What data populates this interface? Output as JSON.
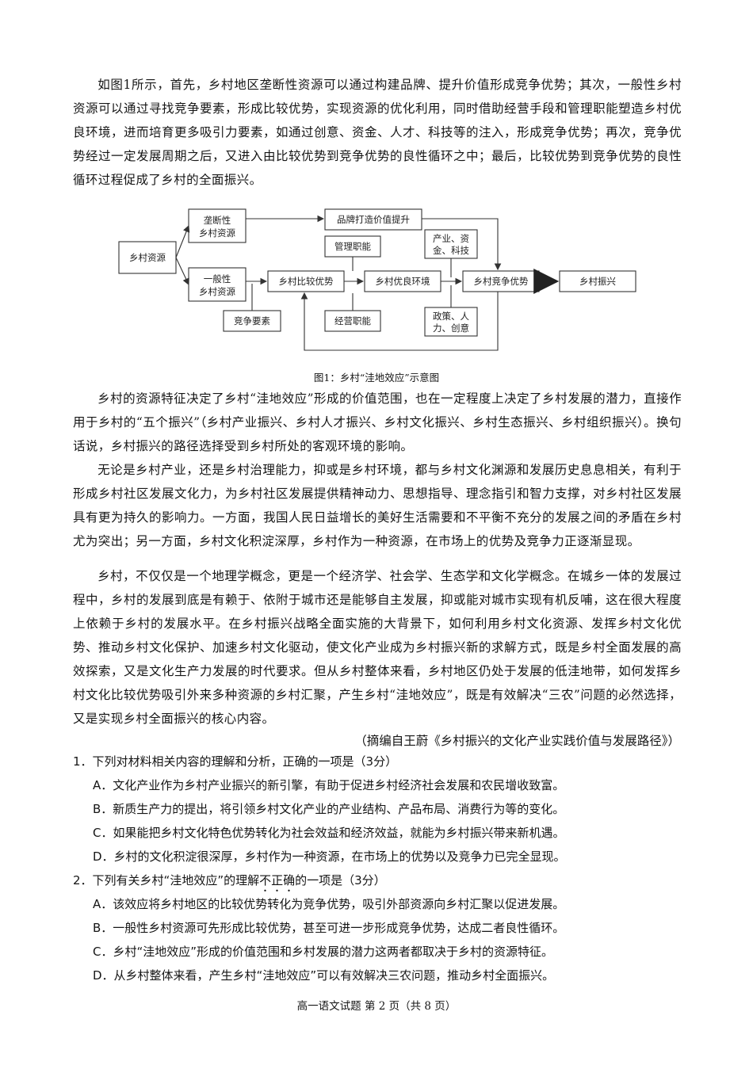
{
  "intro_paragraph": "如图1所示，首先，乡村地区垄断性资源可以通过构建品牌、提升价值形成竞争优势；其次，一般性乡村资源可以通过寻找竞争要素，形成比较优势，实现资源的优化利用，同时借助经营手段和管理职能塑造乡村优良环境，进而培育更多吸引力要素，如通过创意、资金、人才、科技等的注入，形成竞争优势；再次，竞争优势经过一定发展周期之后，又进入由比较优势到竞争优势的良性循环之中；最后，比较优势到竞争优势的良性循环过程促成了乡村的全面振兴。",
  "diagram": {
    "nodes": {
      "rural_resources": "乡村资源",
      "monopoly_line1": "垄断性",
      "monopoly_line2": "乡村资源",
      "general_line1": "一般性",
      "general_line2": "乡村资源",
      "brand": "品牌打造价值提升",
      "management": "管理职能",
      "industry_line1": "产业、资",
      "industry_line2": "金、科技",
      "comparative": "乡村比较优势",
      "environment": "乡村优良环境",
      "competitive": "乡村竞争优势",
      "revitalization": "乡村振兴",
      "competition_factors": "竞争要素",
      "operation": "经营职能",
      "policy_line1": "政策、人",
      "policy_line2": "力、创意"
    },
    "caption": "图1：乡村“洼地效应”示意图"
  },
  "paragraphs": [
    "乡村的资源特征决定了乡村“洼地效应”形成的价值范围，也在一定程度上决定了乡村发展的潜力，直接作用于乡村的“五个振兴”（乡村产业振兴、乡村人才振兴、乡村文化振兴、乡村生态振兴、乡村组织振兴）。换句话说，乡村振兴的路径选择受到乡村所处的客观环境的影响。",
    "无论是乡村产业，还是乡村治理能力，抑或是乡村环境，都与乡村文化渊源和发展历史息息相关，有利于形成乡村社区发展文化力，为乡村社区发展提供精神动力、思想指导、理念指引和智力支撑，对乡村社区发展具有更为持久的影响力。一方面，我国人民日益增长的美好生活需要和不平衡不充分的发展之间的矛盾在乡村尤为突出；另一方面，乡村文化积淀深厚，乡村作为一种资源，在市场上的优势及竞争力正逐渐显现。",
    "乡村，不仅仅是一个地理学概念，更是一个经济学、社会学、生态学和文化学概念。在城乡一体的发展过程中，乡村的发展到底是有赖于、依附于城市还是能够自主发展，抑或能对城市实现有机反哺，这在很大程度上依赖于乡村的发展水平。在乡村振兴战略全面实施的大背景下，如何利用乡村文化资源、发挥乡村文化优势、推动乡村文化保护、加速乡村文化驱动，使文化产业成为乡村振兴新的求解方式，既是乡村全面发展的高效探索，又是文化生产力发展的时代要求。但从乡村整体来看，乡村地区仍处于发展的低洼地带，如何发挥乡村文化比较优势吸引外来多种资源的乡村汇聚，产生乡村“洼地效应”，既是有效解决“三农”问题的必然选择，又是实现乡村全面振兴的核心内容。"
  ],
  "source": "（摘编自王蔚《乡村振兴的文化产业实践价值与发展路径》）",
  "questions": [
    {
      "stem": "1．下列对材料相关内容的理解和分析，正确的一项是（3分）",
      "options": [
        "A．文化产业作为乡村产业振兴的新引擎，有助于促进乡村经济社会发展和农民增收致富。",
        "B．新质生产力的提出，将引领乡村文化产业的产业结构、产品布局、消费行为等的变化。",
        "C．如果能把乡村文化特色优势转化为社会效益和经济效益，就能为乡村振兴带来新机遇。",
        "D．乡村的文化积淀很深厚，乡村作为一种资源，在市场上的优势以及竞争力已完全显现。"
      ]
    },
    {
      "stem_before": "2．下列有关乡村“洼地效应”的理解",
      "stem_emph": "不正确",
      "stem_after": "的一项是（3分）",
      "options": [
        "A．该效应将乡村地区的比较优势转化为竞争优势，吸引外部资源向乡村汇聚以促进发展。",
        "B．一般性乡村资源可先形成比较优势，甚至可进一步形成竞争优势，达成二者良性循环。",
        "C．乡村“洼地效应”形成的价值范围和乡村发展的潜力这两者都取决于乡村的资源特征。",
        "D．从乡村整体来看，产生乡村“洼地效应”可以有效解决三农问题，推动乡村全面振兴。"
      ]
    }
  ],
  "footer": "高一语文试题 第 2 页（共 8 页）"
}
